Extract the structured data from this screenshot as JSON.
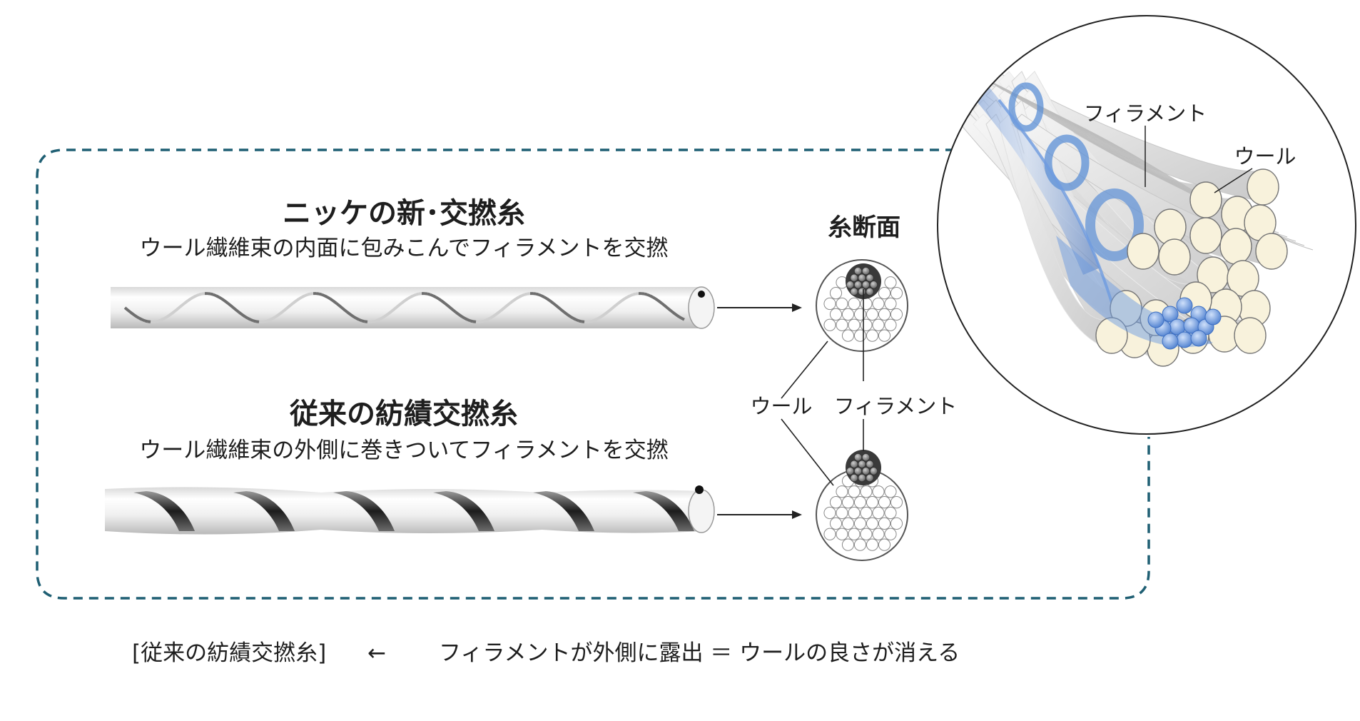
{
  "new_yarn": {
    "title": "ニッケの新･交撚糸",
    "subtitle": "ウール繊維束の内面に包みこんでフィラメントを交撚"
  },
  "conventional_yarn": {
    "title": "従来の紡績交撚糸",
    "subtitle": "ウール繊維束の外側に巻きついてフィラメントを交撚"
  },
  "cross_section": {
    "title": "糸断面",
    "wool_label": "ウール",
    "filament_label": "フィラメント"
  },
  "zoom": {
    "filament_label": "フィラメント",
    "wool_label": "ウール"
  },
  "caption": {
    "bracket_text": "[従来の紡績交撚糸]",
    "arrow": "←",
    "statement": "フィラメントが外側に露出 ＝ ウールの良さが消える"
  },
  "colors": {
    "frame_dashed": "#1f5f73",
    "filament_blue": "#5b8fd6",
    "wool_cream": "#f8f2dc",
    "filament_dark": "#3a3a3a",
    "text": "#1e1e1e"
  },
  "icons": [
    "yarn-strand-icon",
    "cross-section-icon",
    "zoom-magnifier-circle"
  ]
}
